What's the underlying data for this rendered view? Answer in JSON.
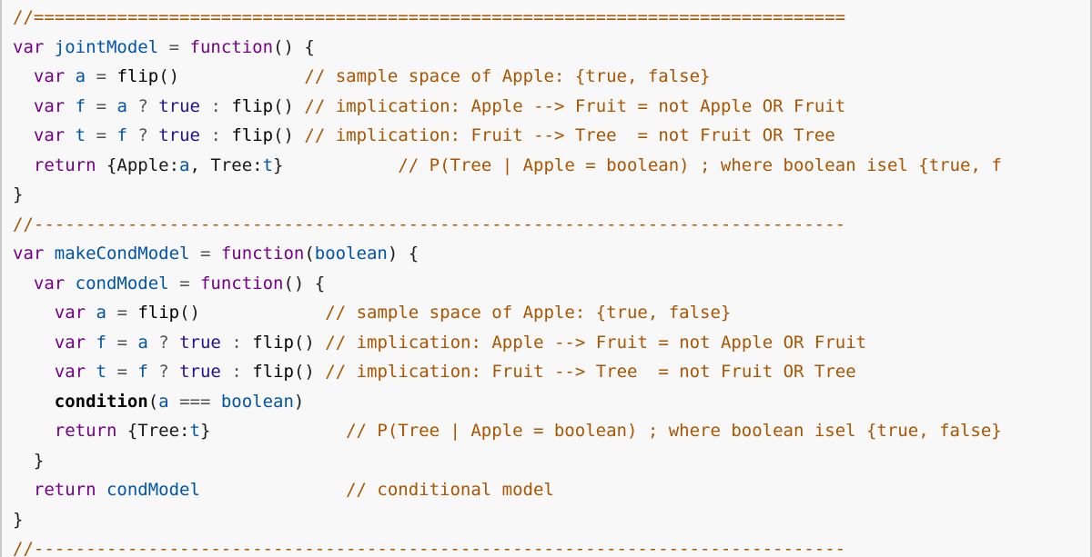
{
  "editor": {
    "language": "webppl",
    "colors": {
      "background": "#f8f8f8",
      "keyword": "#770088",
      "variable": "#0055aa",
      "atom": "#221199",
      "comment": "#aa5500"
    },
    "lines": [
      [
        {
          "t": "//==============================================================================",
          "c": "cmt"
        }
      ],
      [
        {
          "t": "var",
          "c": "kw"
        },
        {
          "t": " ",
          "c": "punct"
        },
        {
          "t": "jointModel",
          "c": "def"
        },
        {
          "t": " = ",
          "c": "op"
        },
        {
          "t": "function",
          "c": "kw"
        },
        {
          "t": "() {",
          "c": "punct"
        }
      ],
      [
        {
          "t": "  ",
          "c": "punct"
        },
        {
          "t": "var",
          "c": "kw"
        },
        {
          "t": " ",
          "c": "punct"
        },
        {
          "t": "a",
          "c": "def"
        },
        {
          "t": " = ",
          "c": "op"
        },
        {
          "t": "flip",
          "c": "fn"
        },
        {
          "t": "()            ",
          "c": "punct"
        },
        {
          "t": "// sample space of Apple: {true, false}",
          "c": "cmt"
        }
      ],
      [
        {
          "t": "  ",
          "c": "punct"
        },
        {
          "t": "var",
          "c": "kw"
        },
        {
          "t": " ",
          "c": "punct"
        },
        {
          "t": "f",
          "c": "def"
        },
        {
          "t": " = ",
          "c": "op"
        },
        {
          "t": "a",
          "c": "var"
        },
        {
          "t": " ? ",
          "c": "op"
        },
        {
          "t": "true",
          "c": "atom"
        },
        {
          "t": " : ",
          "c": "op"
        },
        {
          "t": "flip",
          "c": "fn"
        },
        {
          "t": "() ",
          "c": "punct"
        },
        {
          "t": "// implication: Apple --> Fruit = not Apple OR Fruit",
          "c": "cmt"
        }
      ],
      [
        {
          "t": "  ",
          "c": "punct"
        },
        {
          "t": "var",
          "c": "kw"
        },
        {
          "t": " ",
          "c": "punct"
        },
        {
          "t": "t",
          "c": "def"
        },
        {
          "t": " = ",
          "c": "op"
        },
        {
          "t": "f",
          "c": "var"
        },
        {
          "t": " ? ",
          "c": "op"
        },
        {
          "t": "true",
          "c": "atom"
        },
        {
          "t": " : ",
          "c": "op"
        },
        {
          "t": "flip",
          "c": "fn"
        },
        {
          "t": "() ",
          "c": "punct"
        },
        {
          "t": "// implication: Fruit --> Tree  = not Fruit OR Tree",
          "c": "cmt"
        }
      ],
      [
        {
          "t": "  ",
          "c": "punct"
        },
        {
          "t": "return",
          "c": "kw"
        },
        {
          "t": " {Apple:",
          "c": "punct"
        },
        {
          "t": "a",
          "c": "var"
        },
        {
          "t": ", Tree:",
          "c": "punct"
        },
        {
          "t": "t",
          "c": "var"
        },
        {
          "t": "}           ",
          "c": "punct"
        },
        {
          "t": "// P(Tree | Apple = boolean) ; where boolean isel {true, f",
          "c": "cmt"
        }
      ],
      [
        {
          "t": "}",
          "c": "punct"
        }
      ],
      [
        {
          "t": "//------------------------------------------------------------------------------",
          "c": "cmt"
        }
      ],
      [
        {
          "t": "var",
          "c": "kw"
        },
        {
          "t": " ",
          "c": "punct"
        },
        {
          "t": "makeCondModel",
          "c": "def"
        },
        {
          "t": " = ",
          "c": "op"
        },
        {
          "t": "function",
          "c": "kw"
        },
        {
          "t": "(",
          "c": "punct"
        },
        {
          "t": "boolean",
          "c": "def"
        },
        {
          "t": ") {",
          "c": "punct"
        }
      ],
      [
        {
          "t": "  ",
          "c": "punct"
        },
        {
          "t": "var",
          "c": "kw"
        },
        {
          "t": " ",
          "c": "punct"
        },
        {
          "t": "condModel",
          "c": "def"
        },
        {
          "t": " = ",
          "c": "op"
        },
        {
          "t": "function",
          "c": "kw"
        },
        {
          "t": "() {",
          "c": "punct"
        }
      ],
      [
        {
          "t": "    ",
          "c": "punct"
        },
        {
          "t": "var",
          "c": "kw"
        },
        {
          "t": " ",
          "c": "punct"
        },
        {
          "t": "a",
          "c": "def"
        },
        {
          "t": " = ",
          "c": "op"
        },
        {
          "t": "flip",
          "c": "fn"
        },
        {
          "t": "()            ",
          "c": "punct"
        },
        {
          "t": "// sample space of Apple: {true, false}",
          "c": "cmt"
        }
      ],
      [
        {
          "t": "    ",
          "c": "punct"
        },
        {
          "t": "var",
          "c": "kw"
        },
        {
          "t": " ",
          "c": "punct"
        },
        {
          "t": "f",
          "c": "def"
        },
        {
          "t": " = ",
          "c": "op"
        },
        {
          "t": "a",
          "c": "var"
        },
        {
          "t": " ? ",
          "c": "op"
        },
        {
          "t": "true",
          "c": "atom"
        },
        {
          "t": " : ",
          "c": "op"
        },
        {
          "t": "flip",
          "c": "fn"
        },
        {
          "t": "() ",
          "c": "punct"
        },
        {
          "t": "// implication: Apple --> Fruit = not Apple OR Fruit",
          "c": "cmt"
        }
      ],
      [
        {
          "t": "    ",
          "c": "punct"
        },
        {
          "t": "var",
          "c": "kw"
        },
        {
          "t": " ",
          "c": "punct"
        },
        {
          "t": "t",
          "c": "def"
        },
        {
          "t": " = ",
          "c": "op"
        },
        {
          "t": "f",
          "c": "var"
        },
        {
          "t": " ? ",
          "c": "op"
        },
        {
          "t": "true",
          "c": "atom"
        },
        {
          "t": " : ",
          "c": "op"
        },
        {
          "t": "flip",
          "c": "fn"
        },
        {
          "t": "() ",
          "c": "punct"
        },
        {
          "t": "// implication: Fruit --> Tree  = not Fruit OR Tree",
          "c": "cmt"
        }
      ],
      [
        {
          "t": "    ",
          "c": "punct"
        },
        {
          "t": "condition",
          "c": "bold"
        },
        {
          "t": "(",
          "c": "punct"
        },
        {
          "t": "a",
          "c": "var"
        },
        {
          "t": " === ",
          "c": "op"
        },
        {
          "t": "boolean",
          "c": "var"
        },
        {
          "t": ")",
          "c": "punct"
        }
      ],
      [
        {
          "t": "    ",
          "c": "punct"
        },
        {
          "t": "return",
          "c": "kw"
        },
        {
          "t": " {Tree:",
          "c": "punct"
        },
        {
          "t": "t",
          "c": "var"
        },
        {
          "t": "}             ",
          "c": "punct"
        },
        {
          "t": "// P(Tree | Apple = boolean) ; where boolean isel {true, false}",
          "c": "cmt"
        }
      ],
      [
        {
          "t": "  }",
          "c": "punct"
        }
      ],
      [
        {
          "t": "  ",
          "c": "punct"
        },
        {
          "t": "return",
          "c": "kw"
        },
        {
          "t": " ",
          "c": "punct"
        },
        {
          "t": "condModel",
          "c": "var"
        },
        {
          "t": "              ",
          "c": "punct"
        },
        {
          "t": "// conditional model",
          "c": "cmt"
        }
      ],
      [
        {
          "t": "}",
          "c": "punct"
        }
      ],
      [
        {
          "t": "//------------------------------------------------------------------------------",
          "c": "cmt"
        }
      ]
    ]
  }
}
